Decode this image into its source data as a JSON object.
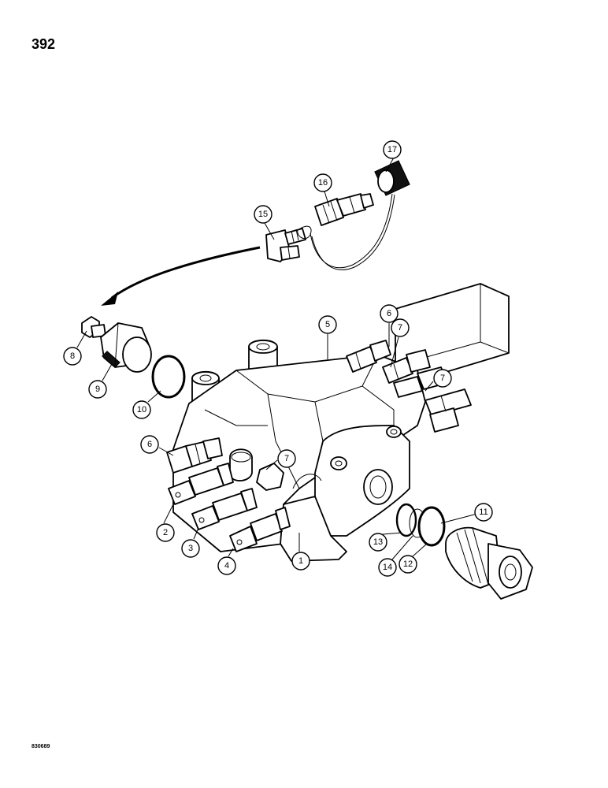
{
  "page": {
    "number": "392",
    "figure_id": "830689"
  },
  "callouts": [
    {
      "id": "c1",
      "label": "1"
    },
    {
      "id": "c2",
      "label": "2"
    },
    {
      "id": "c3",
      "label": "3"
    },
    {
      "id": "c4",
      "label": "4"
    },
    {
      "id": "c5",
      "label": "5"
    },
    {
      "id": "c6a",
      "label": "6"
    },
    {
      "id": "c6b",
      "label": "6"
    },
    {
      "id": "c7a",
      "label": "7"
    },
    {
      "id": "c7b",
      "label": "7"
    },
    {
      "id": "c7c",
      "label": "7"
    },
    {
      "id": "c8",
      "label": "8"
    },
    {
      "id": "c9",
      "label": "9"
    },
    {
      "id": "c10",
      "label": "10"
    },
    {
      "id": "c11",
      "label": "11"
    },
    {
      "id": "c12",
      "label": "12"
    },
    {
      "id": "c13",
      "label": "13"
    },
    {
      "id": "c14",
      "label": "14"
    },
    {
      "id": "c15",
      "label": "15"
    },
    {
      "id": "c16",
      "label": "16"
    },
    {
      "id": "c17",
      "label": "17"
    }
  ]
}
